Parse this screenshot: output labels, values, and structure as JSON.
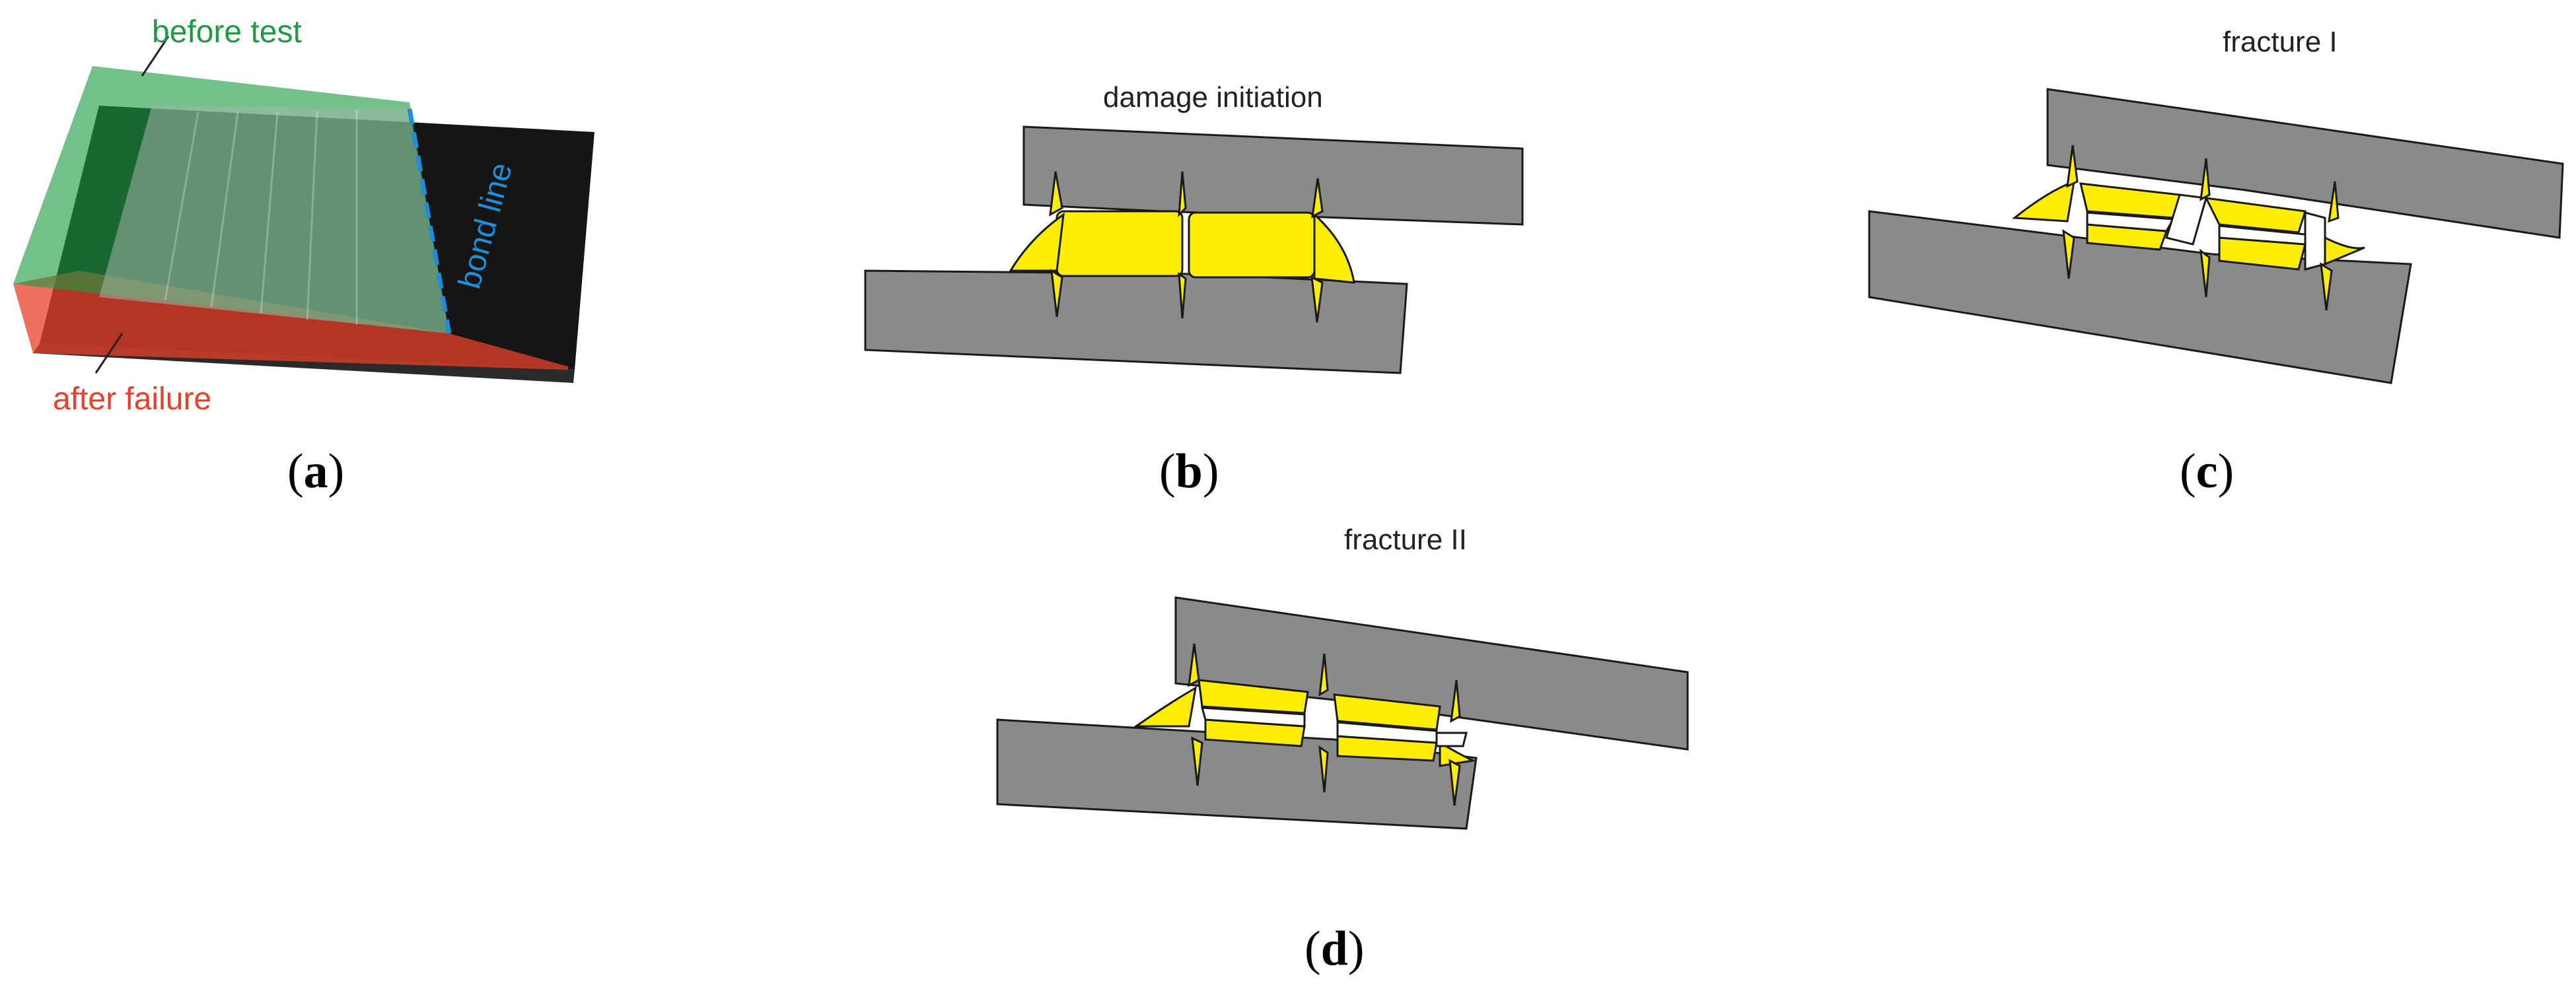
{
  "panels": {
    "a": {
      "caption": "a",
      "label_before": "before test",
      "label_after": "after failure",
      "label_bond": "bond line",
      "colors": {
        "before": "#1e9a44",
        "after": "#e8402a",
        "bond": "#1e8fd6"
      }
    },
    "b": {
      "caption": "b",
      "title": "damage initiation"
    },
    "c": {
      "caption": "c",
      "title": "fracture I"
    },
    "d": {
      "caption": "d",
      "title": "fracture II"
    }
  },
  "colors": {
    "adherend": "#8a8a8a",
    "adhesive": "#ffed00",
    "outline": "#1a1a1a"
  }
}
